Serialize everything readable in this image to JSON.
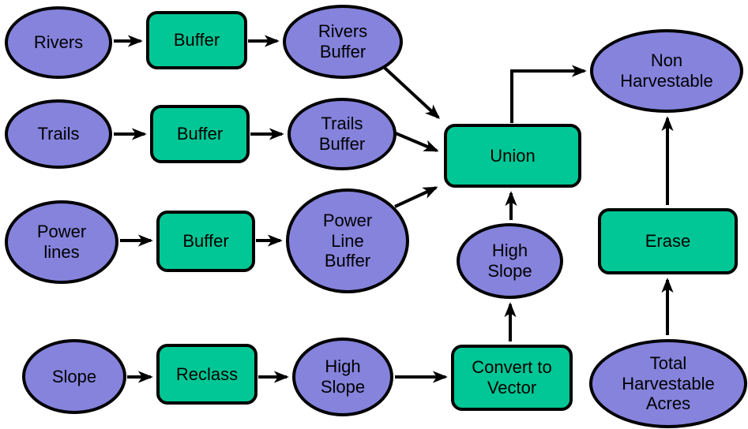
{
  "diagram": {
    "type": "flowchart",
    "colors": {
      "data_node_fill": "#8583DC",
      "process_node_fill": "#00C795",
      "outline": "#000000",
      "arrow": "#000000",
      "background": "#FFFFFF"
    },
    "nodes": [
      {
        "id": "rivers",
        "shape": "ellipse",
        "role": "data",
        "label": "Rivers"
      },
      {
        "id": "buffer-1",
        "shape": "rounded-rect",
        "role": "process",
        "label": "Buffer"
      },
      {
        "id": "rivers-buffer",
        "shape": "ellipse",
        "role": "data",
        "label": "Rivers\nBuffer"
      },
      {
        "id": "trails",
        "shape": "ellipse",
        "role": "data",
        "label": "Trails"
      },
      {
        "id": "buffer-2",
        "shape": "rounded-rect",
        "role": "process",
        "label": "Buffer"
      },
      {
        "id": "trails-buffer",
        "shape": "ellipse",
        "role": "data",
        "label": "Trails\nBuffer"
      },
      {
        "id": "power-lines",
        "shape": "ellipse",
        "role": "data",
        "label": "Power\nlines"
      },
      {
        "id": "buffer-3",
        "shape": "rounded-rect",
        "role": "process",
        "label": "Buffer"
      },
      {
        "id": "power-line-buffer",
        "shape": "ellipse",
        "role": "data",
        "label": "Power\nLine\nBuffer"
      },
      {
        "id": "slope",
        "shape": "ellipse",
        "role": "data",
        "label": "Slope"
      },
      {
        "id": "reclass",
        "shape": "rounded-rect",
        "role": "process",
        "label": "Reclass"
      },
      {
        "id": "high-slope-raster",
        "shape": "ellipse",
        "role": "data",
        "label": "High\nSlope"
      },
      {
        "id": "convert-to-vector",
        "shape": "rounded-rect",
        "role": "process",
        "label": "Convert to\nVector"
      },
      {
        "id": "union",
        "shape": "rounded-rect",
        "role": "process",
        "label": "Union"
      },
      {
        "id": "high-slope-vector",
        "shape": "ellipse",
        "role": "data",
        "label": "High\nSlope"
      },
      {
        "id": "non-harvestable",
        "shape": "ellipse",
        "role": "data",
        "label": "Non\nHarvestable"
      },
      {
        "id": "erase",
        "shape": "rounded-rect",
        "role": "process",
        "label": "Erase"
      },
      {
        "id": "total-harvestable-acres",
        "shape": "ellipse",
        "role": "data",
        "label": "Total\nHarvestable\nAcres"
      }
    ],
    "edges": [
      {
        "from": "rivers",
        "to": "buffer-1"
      },
      {
        "from": "buffer-1",
        "to": "rivers-buffer"
      },
      {
        "from": "trails",
        "to": "buffer-2"
      },
      {
        "from": "buffer-2",
        "to": "trails-buffer"
      },
      {
        "from": "power-lines",
        "to": "buffer-3"
      },
      {
        "from": "buffer-3",
        "to": "power-line-buffer"
      },
      {
        "from": "slope",
        "to": "reclass"
      },
      {
        "from": "reclass",
        "to": "high-slope-raster"
      },
      {
        "from": "high-slope-raster",
        "to": "convert-to-vector"
      },
      {
        "from": "rivers-buffer",
        "to": "union"
      },
      {
        "from": "trails-buffer",
        "to": "union"
      },
      {
        "from": "power-line-buffer",
        "to": "union"
      },
      {
        "from": "convert-to-vector",
        "to": "high-slope-vector"
      },
      {
        "from": "high-slope-vector",
        "to": "union"
      },
      {
        "from": "union",
        "to": "non-harvestable"
      },
      {
        "from": "total-harvestable-acres",
        "to": "erase"
      },
      {
        "from": "erase",
        "to": "non-harvestable"
      }
    ]
  }
}
